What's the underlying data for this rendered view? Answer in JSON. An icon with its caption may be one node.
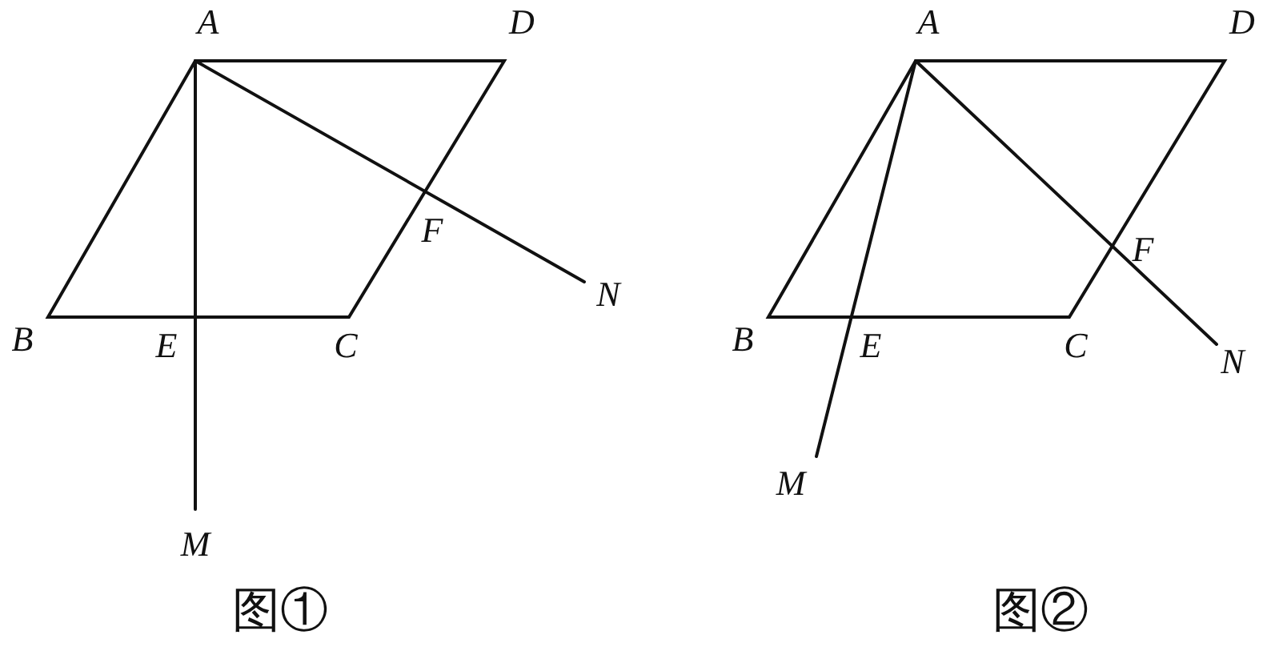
{
  "diagram": {
    "labels": [
      "A",
      "D",
      "B",
      "E",
      "C",
      "F",
      "N",
      "M",
      "图①",
      "A",
      "D",
      "B",
      "E",
      "C",
      "F",
      "N",
      "M",
      "图②"
    ]
  }
}
